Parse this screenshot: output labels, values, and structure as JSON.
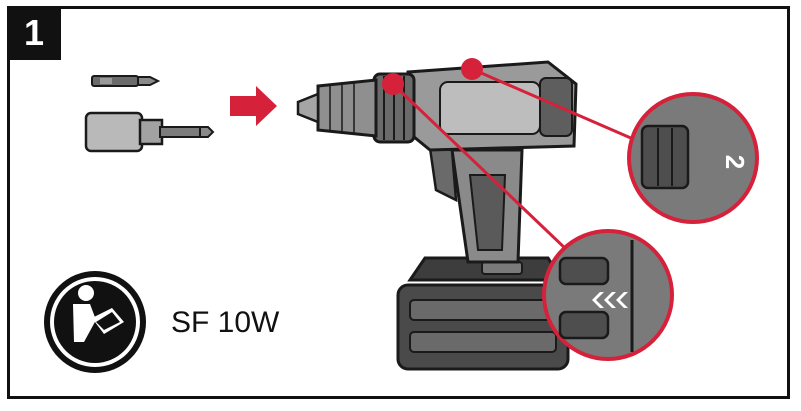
{
  "step": {
    "number": "1"
  },
  "manual": {
    "model": "SF 10W"
  },
  "zoom_top": {
    "gear_label": "2"
  },
  "colors": {
    "accent": "#d6213b",
    "outline": "#1a1a1a",
    "body_gray": "#8a8a8a",
    "dark_gray": "#4a4a4a",
    "light_gray": "#c4c4c4"
  },
  "icons": [
    "read-manual-icon",
    "arrow-right-icon",
    "screwdriver-bit-icon",
    "socket-adapter-icon",
    "cordless-drill-icon",
    "gear-selector-zoom-icon",
    "torque-collar-zoom-icon"
  ]
}
